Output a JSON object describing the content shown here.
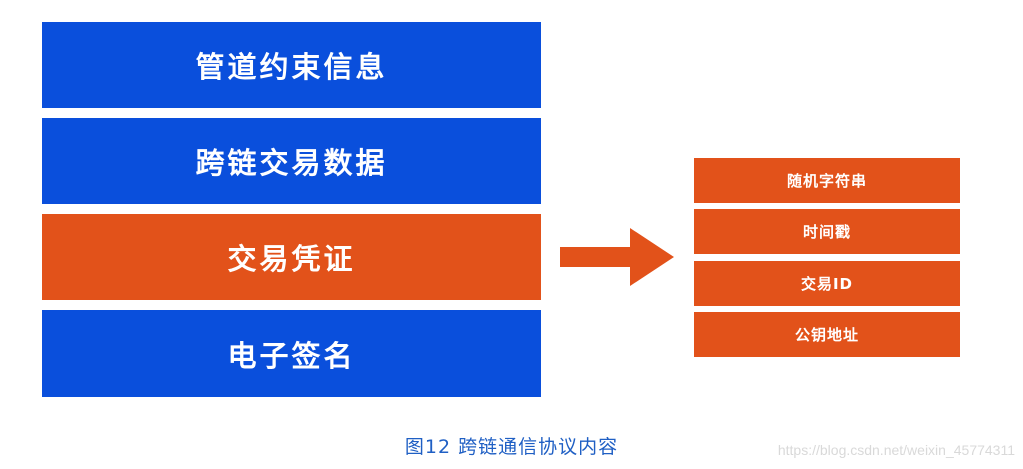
{
  "colors": {
    "blue": "#0a4fdc",
    "orange": "#e2521a",
    "caption": "#1f5fc4"
  },
  "stack": [
    {
      "label": "管道约束信息",
      "color": "blue"
    },
    {
      "label": "跨链交易数据",
      "color": "blue"
    },
    {
      "label": "交易凭证",
      "color": "orange"
    },
    {
      "label": "电子签名",
      "color": "blue"
    }
  ],
  "voucher_fields": [
    "随机字符串",
    "时间戳",
    "交易ID",
    "公钥地址"
  ],
  "arrow_icon": "right-arrow-icon",
  "caption": "图12  跨链通信协议内容",
  "watermark": "https://blog.csdn.net/weixin_45774311"
}
